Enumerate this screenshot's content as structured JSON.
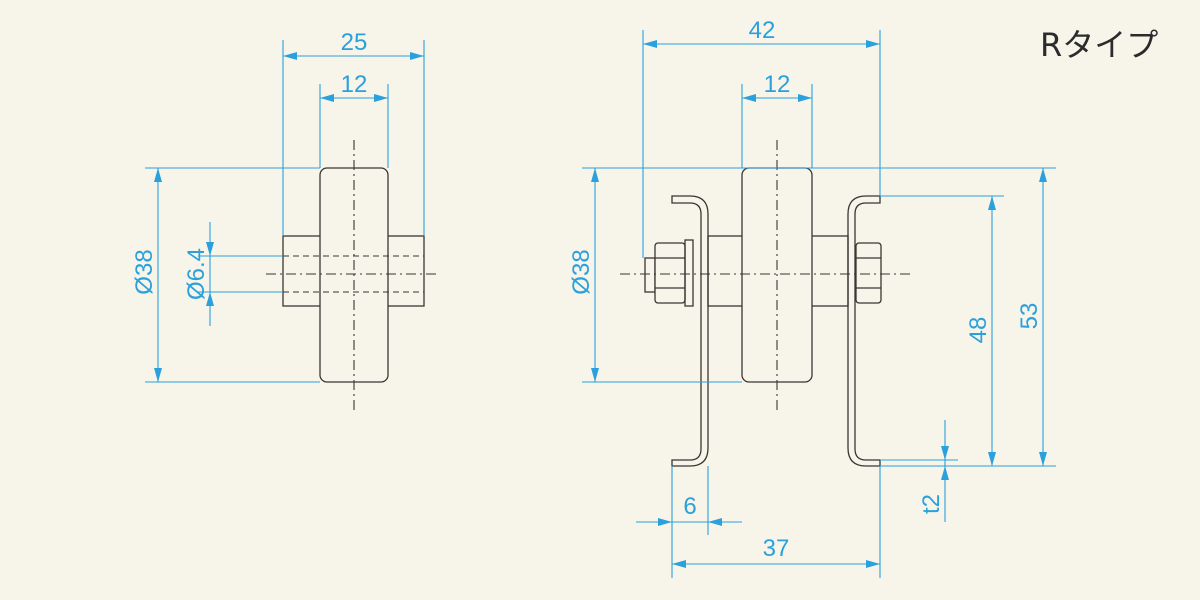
{
  "title": "Rタイプ",
  "left_view": {
    "dims": {
      "width_total": "25",
      "width_roller": "12",
      "diameter_roller": "Ø38",
      "diameter_shaft": "Ø6.4"
    }
  },
  "right_view": {
    "dims": {
      "width_total": "42",
      "width_roller": "12",
      "diameter_roller": "Ø38",
      "height_inner": "48",
      "height_total": "53",
      "flange": "6",
      "base_width": "37",
      "thickness": "t2"
    }
  },
  "colors": {
    "background": "#f7f4ea",
    "dimension": "#2aa0dc",
    "part_line": "#3a3533"
  }
}
